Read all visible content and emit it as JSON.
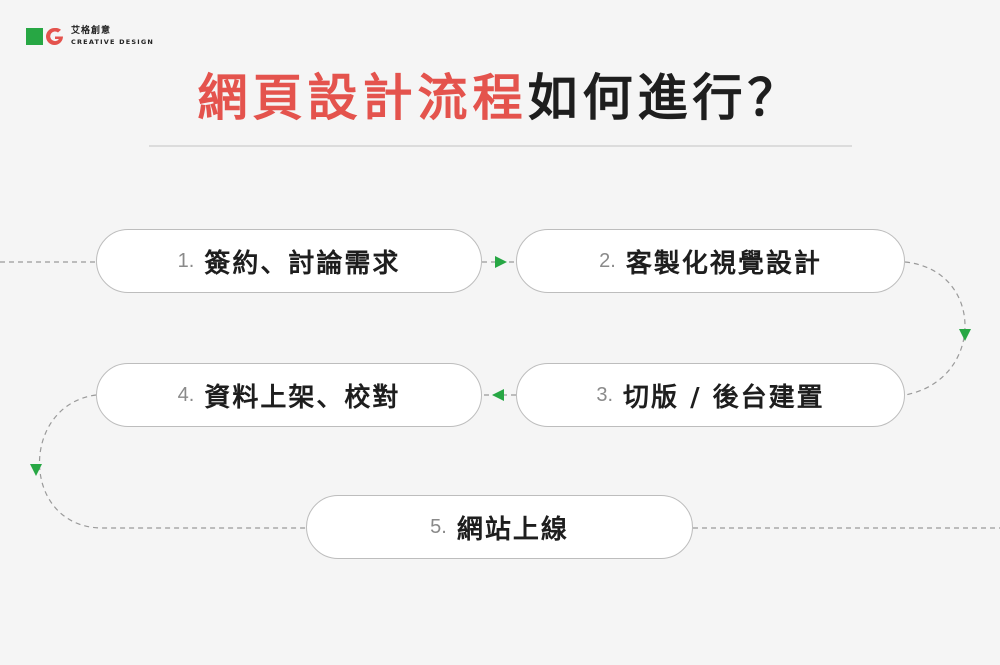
{
  "brand": {
    "name_cn": "艾格創意",
    "name_en": "CREATIVE DESIGN",
    "colors": {
      "green": "#27a744",
      "red": "#e4534d"
    }
  },
  "title": {
    "highlight": "網頁設計流程",
    "rest": "如何進行？"
  },
  "steps": [
    {
      "num": "1.",
      "label": "簽約、討論需求"
    },
    {
      "num": "2.",
      "label": "客製化視覺設計"
    },
    {
      "num": "3.",
      "label": "切版 / 後台建置"
    },
    {
      "num": "4.",
      "label": "資料上架、校對"
    },
    {
      "num": "5.",
      "label": "網站上線"
    }
  ],
  "flow": {
    "arrow_color": "#27a744",
    "line_color": "#9a9a9a",
    "arrow_icon": "triangle-arrow-icon"
  }
}
